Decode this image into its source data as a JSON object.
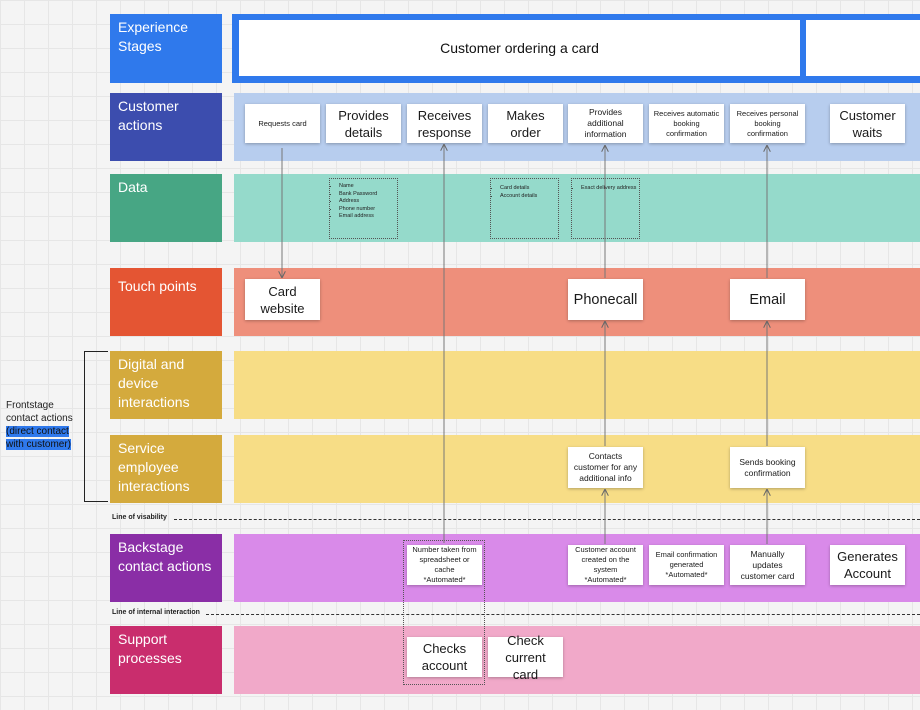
{
  "colors": {
    "experience_label": "#2f79ec",
    "customer_label": "#3c4dae",
    "customer_band": "#b7cdee",
    "data_label": "#47a684",
    "data_band": "#95dacb",
    "touch_label": "#e45533",
    "touch_band": "#ee8f7b",
    "yellow_label": "#d4aa3d",
    "yellow_band": "#f7dd86",
    "backstage_label": "#8a2ea6",
    "backstage_band": "#d98ae9",
    "support_label": "#c92d6d",
    "support_band": "#f1a9c9",
    "highlight": "#2f79ec"
  },
  "row_labels": {
    "experience": "Experience Stages",
    "customer": "Customer actions",
    "data": "Data",
    "touch": "Touch points",
    "digital": "Digital and device interactions",
    "service": "Service employee interactions",
    "backstage": "Backstage contact actions",
    "support": "Support processes"
  },
  "experience_stage": "Customer ordering a card",
  "customer_actions": {
    "requests_card": "Requests card",
    "provides_details": "Provides\ndetails",
    "receives_response": "Receives\nresponse",
    "makes_order": "Makes\norder",
    "provides_additional": "Provides\nadditional\ninformation",
    "receives_automatic": "Receives automatic\nbooking\nconfirmation",
    "receives_personal": "Receives personal\nbooking\nconfirmation",
    "customer_waits": "Customer\nwaits"
  },
  "data_lists": {
    "personal": [
      "Name",
      "Bank Password",
      "Address",
      "Phone number",
      "Email address"
    ],
    "order": [
      "Card details",
      "Account details"
    ],
    "delivery": [
      "Exact delivery address"
    ]
  },
  "touch_points": {
    "card_website": "Card\nwebsite",
    "phonecall": "Phonecall",
    "email": "Email"
  },
  "service_notes": {
    "contacts_customer": "Contacts\ncustomer for any\nadditional info",
    "sends_booking": "Sends booking\nconfirmation"
  },
  "lines": {
    "visibility": "Line of visability",
    "internal": "Line of internal interaction"
  },
  "backstage_notes": {
    "number_taken": "Number taken from\nspreadsheet or cache\n*Automated*",
    "customer_account": "Customer account\ncreated on the system\n*Automated*",
    "email_confirmation": "Email confirmation\ngenerated\n*Automated*",
    "manually_updates": "Manually\nupdates\ncustomer card",
    "generates_account": "Generates\nAccount"
  },
  "support_notes": {
    "checks_account": "Checks\naccount",
    "check_current_card": "Check\ncurrent card"
  },
  "frontstage": {
    "text": "Frontstage contact actions",
    "highlight": "(direct contact with customer)"
  }
}
